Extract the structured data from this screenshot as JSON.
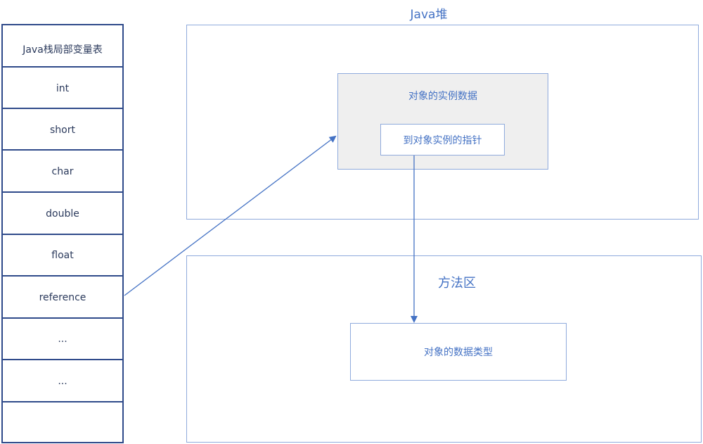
{
  "stack": {
    "header": "Java栈局部变量表",
    "rows": [
      "int",
      "short",
      "char",
      "double",
      "float",
      "reference",
      "...",
      "...",
      ""
    ]
  },
  "heap": {
    "title": "Java堆",
    "instance_title": "对象的实例数据",
    "pointer_label": "到对象实例的指针"
  },
  "method_area": {
    "title": "方法区",
    "type_data_label": "对象的数据类型"
  },
  "colors": {
    "table_border": "#2f4a8a",
    "accent": "#4472c4",
    "box_border": "#8faadc",
    "instance_fill": "#efefef"
  }
}
